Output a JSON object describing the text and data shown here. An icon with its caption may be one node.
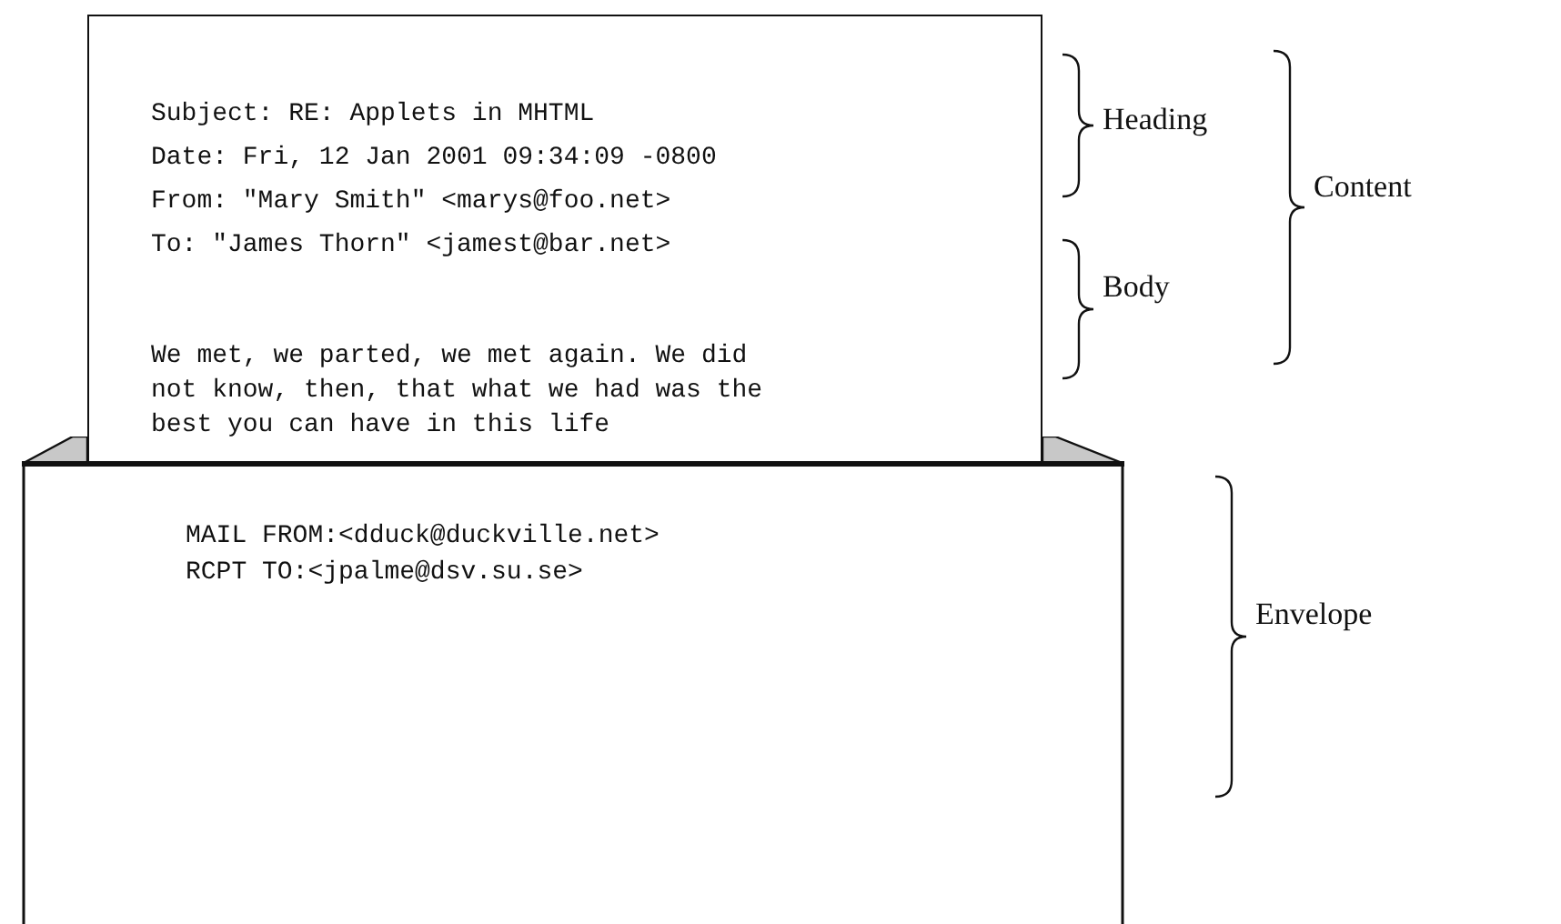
{
  "diagram": {
    "nodes": [
      {
        "text": [
          "Subject: RE: Applets in MHTML",
          "Date: Fri, 12 Jan 2001 09:34:09 -0800",
          "From: \"Mary Smith\" <marys@foo.net>",
          "To: \"James Thorn\" <jamest@bar.net>",
          "We met, we parted, we met again. We did not know, then, that what we had was the best you can have in this life"
        ]
      },
      {
        "text": [
          "MAIL FROM:<dduck@duckville.net>",
          "RCPT TO:<jpalme@dsv.su.se>"
        ]
      }
    ],
    "edges": [],
    "labels": [
      "Heading",
      "Content",
      "Body",
      "Envelope"
    ]
  }
}
